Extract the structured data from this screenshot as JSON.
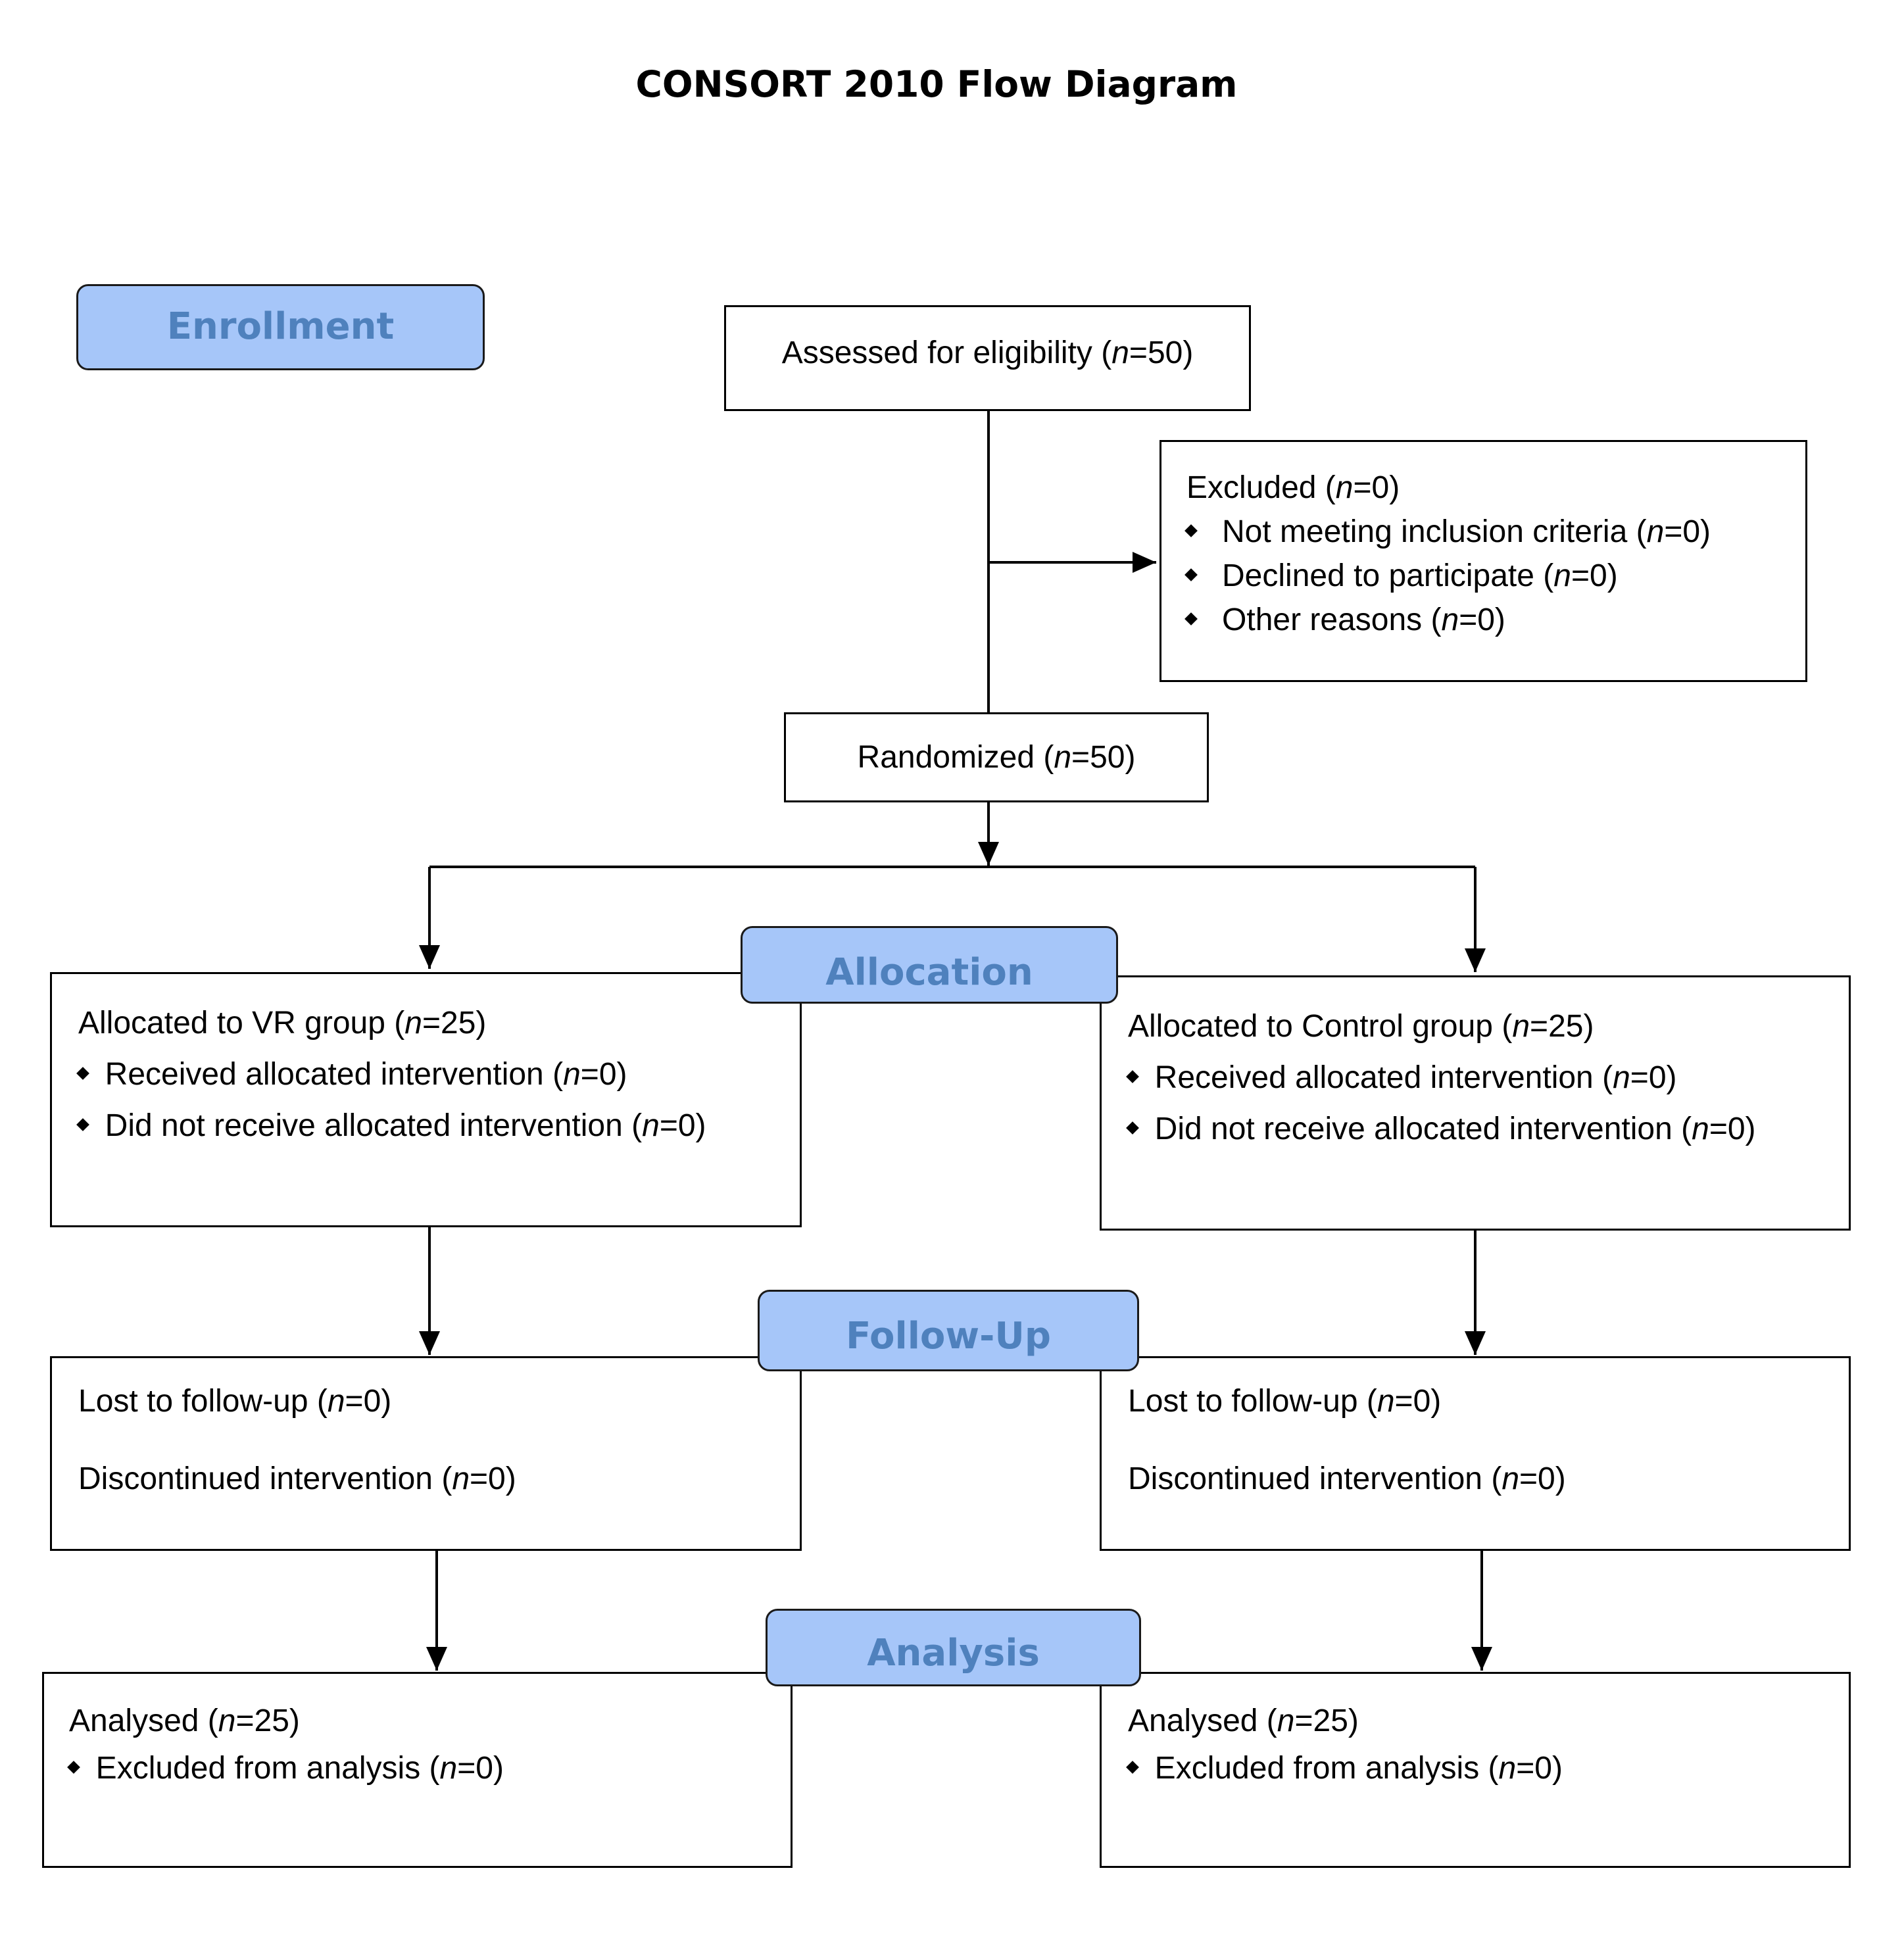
{
  "title": "CONSORT 2010 Flow Diagram",
  "stages": {
    "enrollment": "Enrollment",
    "allocation": "Allocation",
    "follow_up": "Follow-Up",
    "analysis": "Analysis"
  },
  "n_symbol": "n",
  "assessed": {
    "label": "Assessed for eligibility (",
    "value": "=50)"
  },
  "excluded": {
    "heading": {
      "label": "Excluded  (",
      "value": "=0)"
    },
    "reasons": [
      {
        "label": "Not meeting inclusion criteria (",
        "value": "=0)"
      },
      {
        "label": "Declined to participate (",
        "value": "=0)"
      },
      {
        "label": "Other reasons (",
        "value": "=0)"
      }
    ]
  },
  "randomized": {
    "label": "Randomized (",
    "value": "=50)"
  },
  "arms": [
    {
      "allocation": {
        "heading": {
          "label": "Allocated to VR group (",
          "value": "=25)"
        },
        "received": {
          "label": "Received allocated intervention (",
          "value": "=0)"
        },
        "not_received": {
          "label": "Did not receive allocated intervention (",
          "value": "=0)"
        }
      },
      "follow_up": {
        "lost": {
          "label": "Lost to follow-up (",
          "value": "=0)"
        },
        "discontinued": {
          "label": "Discontinued intervention (",
          "value": "=0)"
        }
      },
      "analysis": {
        "analysed": {
          "label": "Analysed  (",
          "value": "=25)"
        },
        "excluded": {
          "label": "Excluded from analysis (",
          "value": "=0)"
        }
      }
    },
    {
      "allocation": {
        "heading": {
          "label": "Allocated to Control group (",
          "value": "=25)"
        },
        "received": {
          "label": "Received allocated intervention (",
          "value": "=0)"
        },
        "not_received": {
          "label": "Did not receive allocated intervention (",
          "value": "=0)"
        }
      },
      "follow_up": {
        "lost": {
          "label": "Lost to follow-up (",
          "value": "=0)"
        },
        "discontinued": {
          "label": "Discontinued intervention (",
          "value": "=0)"
        }
      },
      "analysis": {
        "analysed": {
          "label": "Analysed  (",
          "value": "=25)"
        },
        "excluded": {
          "label": "Excluded from analysis (",
          "value": "=0)"
        }
      }
    }
  ],
  "colors": {
    "stage_fill": "#a6c6f9",
    "stage_text": "#4f81bd",
    "line": "#000000"
  }
}
